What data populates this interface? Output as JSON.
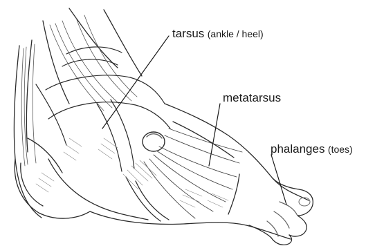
{
  "labels": {
    "tarsus": {
      "term": "tarsus",
      "note": "(ankle / heel)"
    },
    "metatarsus": {
      "term": "metatarsus"
    },
    "phalanges": {
      "term": "phalanges",
      "note": "(toes)"
    }
  },
  "colors": {
    "ink": "#2b2b2b",
    "shade": "#8a8a8a",
    "background": "#ffffff"
  }
}
